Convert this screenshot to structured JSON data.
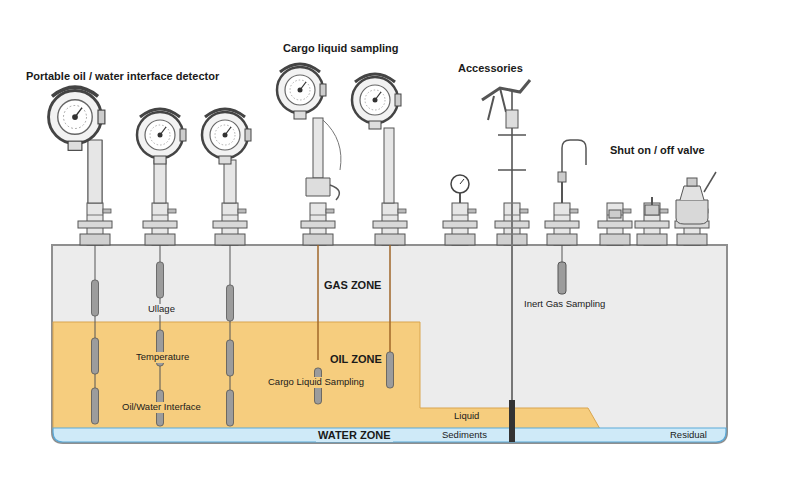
{
  "diagram": {
    "labels": [
      "Portable oil / water interface detector",
      "Cargo liquid sampling",
      "Accessories",
      "Shut on / off valve",
      "GAS ZONE",
      "Ullage",
      "Temperature",
      "OIL ZONE",
      "Cargo Liquid Sampling",
      "Oil/Water Interface",
      "Inert Gas Sampling",
      "Liquid",
      "WATER ZONE",
      "Sediments",
      "Residual"
    ]
  }
}
